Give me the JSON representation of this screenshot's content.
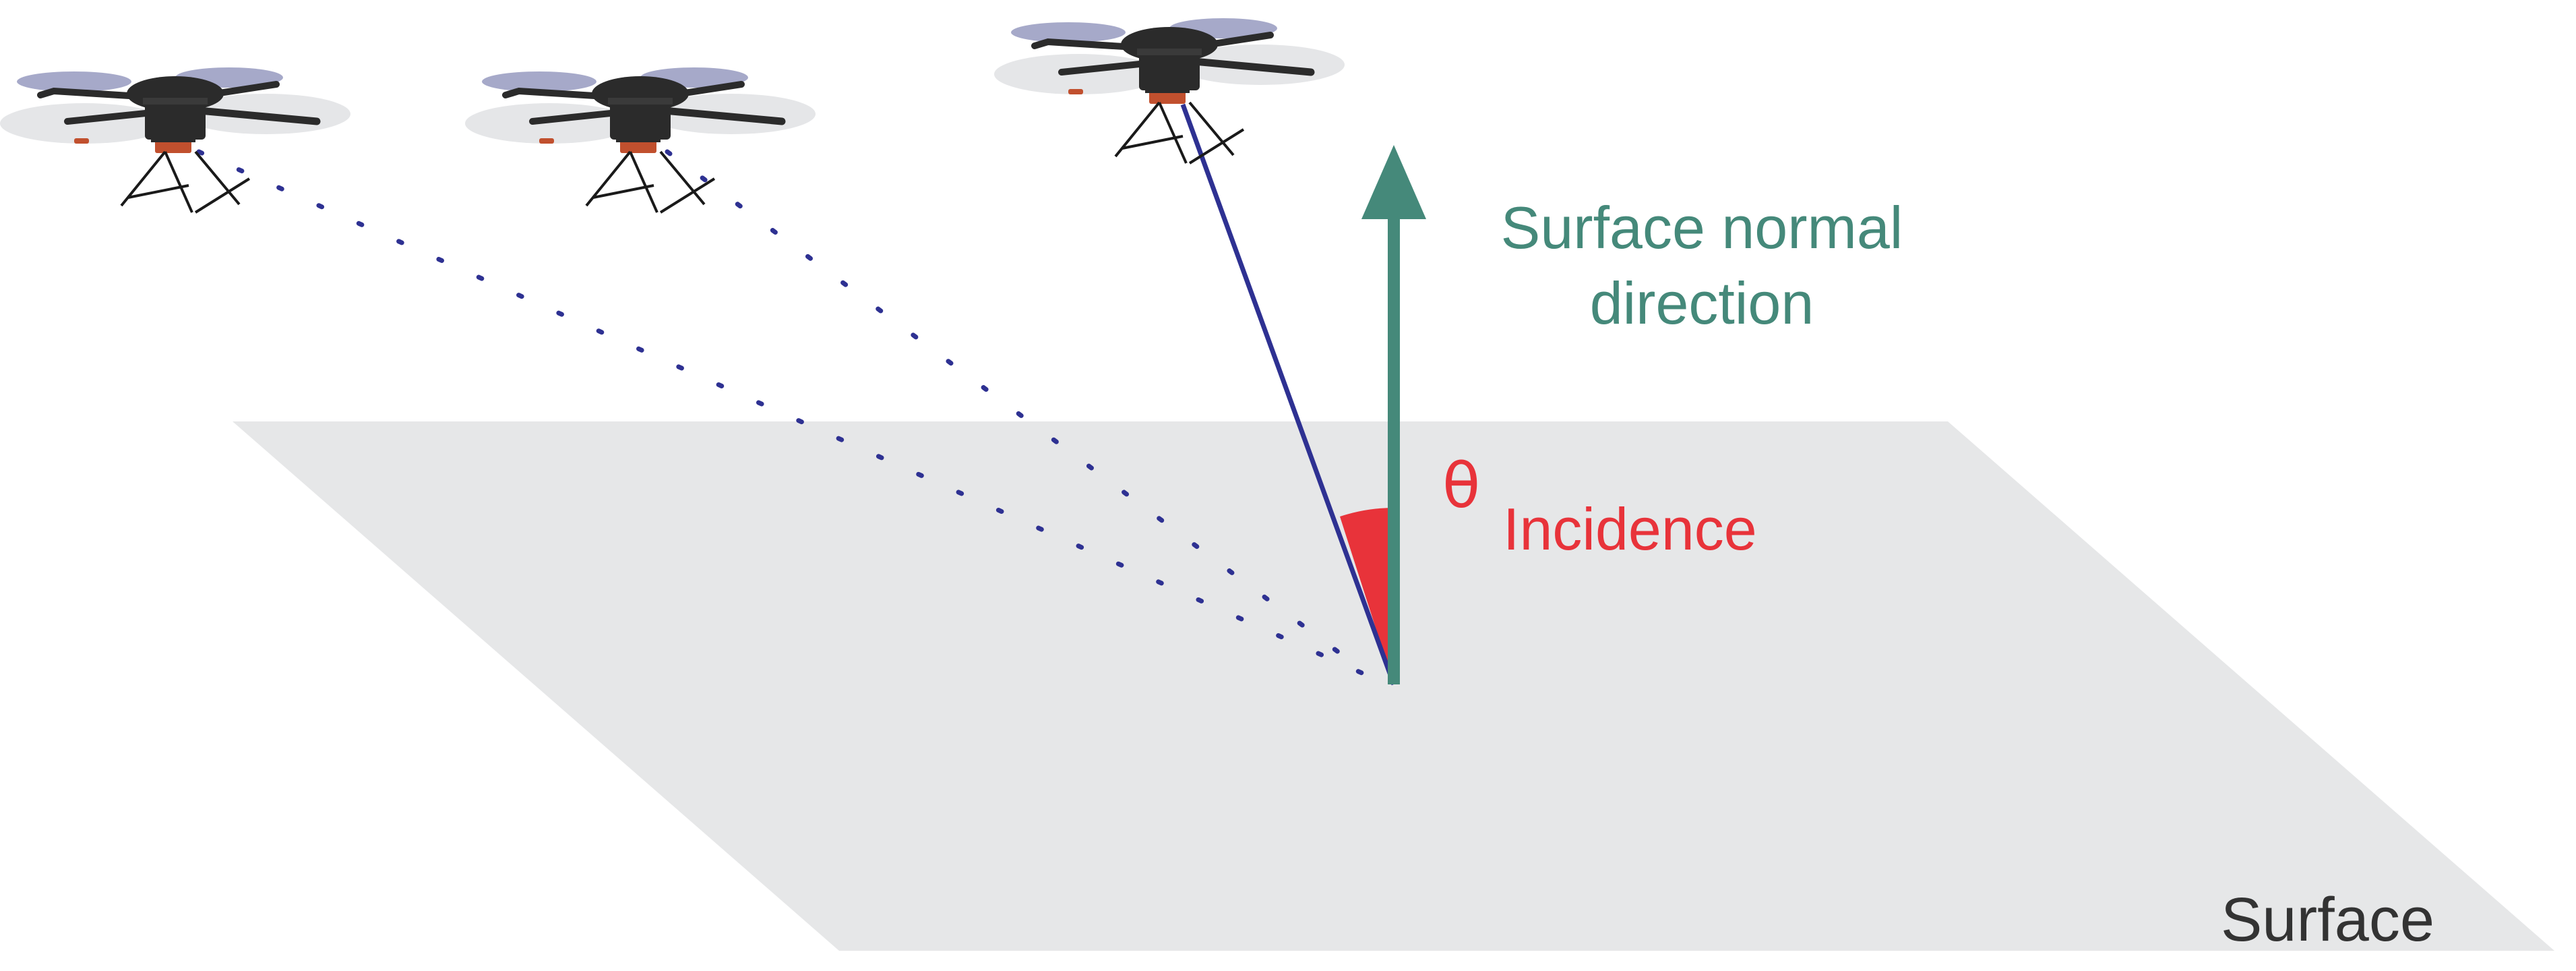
{
  "diagram": {
    "normal_label_line1": "Surface normal",
    "normal_label_line2": "direction",
    "angle_symbol": "θ",
    "angle_subscript": "Incidence",
    "surface_label": "Surface"
  },
  "colors": {
    "surface_fill": "#e6e7e8",
    "normal_arrow": "#45897a",
    "view_ray": "#2e3192",
    "angle_fill": "#e8333a",
    "drone_body": "#2b2b2b",
    "drone_sensor": "#c1502e",
    "propeller_front": "#e5e6e8",
    "propeller_back": "#a6a9c9"
  },
  "icons": {
    "drones": [
      "drone-icon",
      "drone-icon",
      "drone-icon"
    ]
  }
}
